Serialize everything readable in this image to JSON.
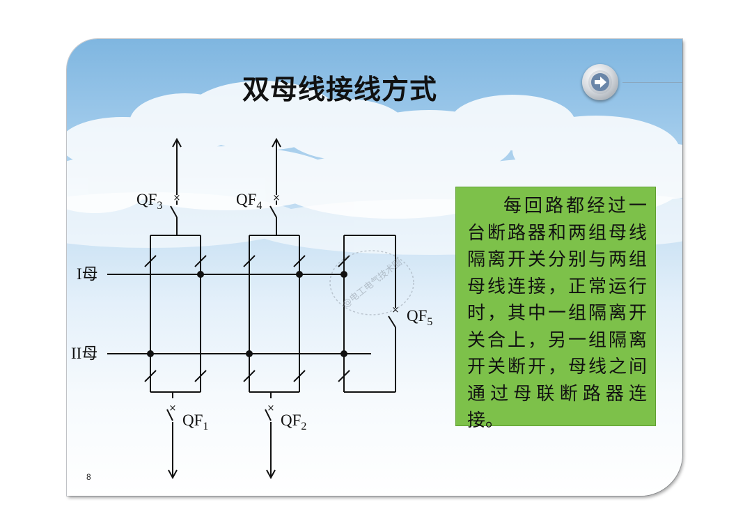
{
  "slide": {
    "title": "双母线接线方式",
    "page_number": "8"
  },
  "nav": {
    "next_icon": "arrow-right-icon"
  },
  "text_box": {
    "body": "每回路都经过一台断路器和两组母线隔离开关分别与两组母线连接，正常运行时，其中一组隔离开关合上，另一组隔离开关断开，母线之间通过母联断路器连接。"
  },
  "diagram": {
    "bus_labels": {
      "bus1": "I母",
      "bus2": "II母"
    },
    "breakers": [
      {
        "base": "QF",
        "sub": "3"
      },
      {
        "base": "QF",
        "sub": "4"
      },
      {
        "base": "QF",
        "sub": "5"
      },
      {
        "base": "QF",
        "sub": "1"
      },
      {
        "base": "QF",
        "sub": "2"
      }
    ],
    "watermark": "@电工电气技术圈"
  },
  "colors": {
    "text_box_bg": "#7dc14a",
    "line": "#111111"
  }
}
